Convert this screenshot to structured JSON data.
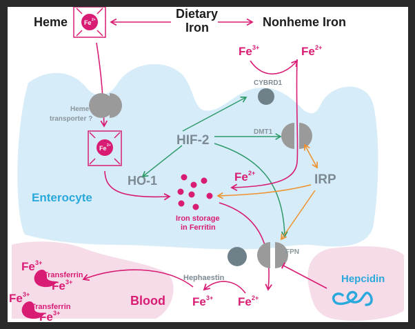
{
  "diagram": {
    "title_labels": {
      "heme": "Heme",
      "dietary_iron_line1": "Dietary",
      "dietary_iron_line2": "Iron",
      "nonheme_iron": "Nonheme Iron"
    },
    "ions": {
      "fe2": "Fe",
      "fe3": "Fe",
      "sup2": "2+",
      "sup3": "3+"
    },
    "proteins": {
      "cybrd1": "CYBRD1",
      "dmt1": "DMT1",
      "heme_transporter_line1": "Heme",
      "heme_transporter_line2": "transporter ?",
      "hif2": "HIF-2",
      "ho1": "HO-1",
      "irp": "IRP",
      "fpn": "FPN",
      "hephaestin": "Hephaestin",
      "transferrin": "Transferrin",
      "hepcidin": "Hepcidin"
    },
    "compartments": {
      "enterocyte": "Enterocyte",
      "blood": "Blood",
      "ferritin_line1": "Iron storage",
      "ferritin_line2": "in Ferritin"
    },
    "colors": {
      "iron": "#d81b73",
      "regulation_hif": "#2e9a6a",
      "regulation_irp": "#f0902c",
      "enterocyte_fill": "#d6ecf8",
      "blood_fill": "#f6dbe8",
      "transporter": "#9a9a9a",
      "enzyme": "#6f8089",
      "hepcidin": "#2ba8dc"
    }
  }
}
